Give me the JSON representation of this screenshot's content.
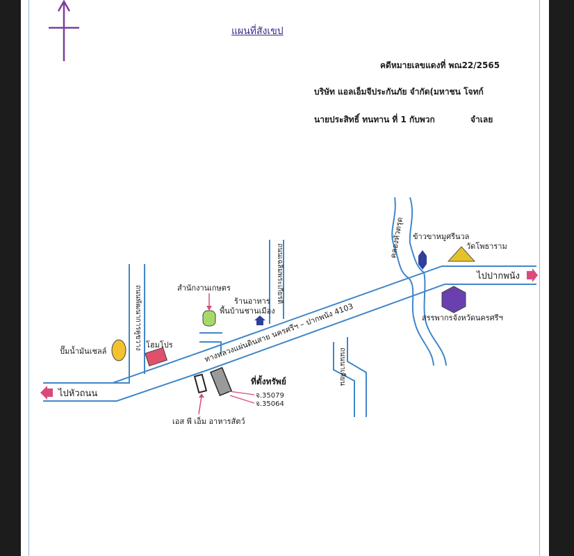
{
  "title": "แผนที่สังเขป",
  "case_number": "คดีหมายเลขแดงที่ พณ22/2565",
  "plaintiff": "บริษัท แอลเอ็มจีประกันภัย จำกัด(มหาชน โจทก์",
  "defendant_name": "นายประสิทธิ์ ทนทาน ที่ 1 กับพวก",
  "defendant_role": "จำเลย",
  "labels": {
    "to_pak_phanang": "ไปปากพนัง",
    "to_hua_thanon": "ไปหัวถนน",
    "highway": "ทางหลวงแผ่นดินสาย นครศรีฯ – ปากพนัง 4103",
    "canal": "คลองหัวตรุด",
    "wat": "วัดโพธาราม",
    "rice_shop": "ข้าวขาหมูศรีนวล",
    "revenue_office": "สรรพากรจังหวัดนครศรีฯ",
    "agri_office": "สำนักงานเกษตร",
    "restaurant_line1": "ร้านอาหาร",
    "restaurant_line2": "พื้นบ้านชานเมือง",
    "road_left": "ถนนพัฒนาการคูขวาง",
    "road_mid": "ถนนเฉลิมพระเกียรติ",
    "road_lower": "ถนนนาเคียน",
    "gas_station": "ปั๊มน้ำมันเชลล์",
    "homepro": "โฮมโปร",
    "property": "ที่ตั้งทรัพย์",
    "deed_1": "จ.35079",
    "deed_2": "จ.35064",
    "feed_shop": "เอส พี เอ็ม อาหารสัตว์"
  },
  "colors": {
    "road": "#3f86c8",
    "arrow": "#d94a7a",
    "north_arrow": "#7a3fa0",
    "wat_marker": "#e6c229",
    "shop_marker": "#2f3f9a",
    "revenue_marker": "#6a3fb0",
    "agri_marker": "#a6d96a",
    "gas_marker": "#f2c230",
    "homepro_marker": "#e0506b",
    "property_marker": "#9a9a9a"
  }
}
